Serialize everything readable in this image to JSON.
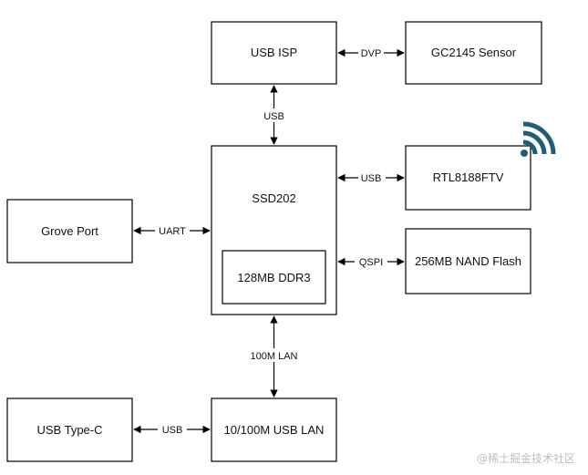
{
  "blocks": {
    "usb_isp": "USB ISP",
    "sensor": "GC2145 Sensor",
    "soc": "SSD202",
    "ddr": "128MB DDR3",
    "wifi": "RTL8188FTV",
    "nand": "256MB NAND Flash",
    "grove": "Grove Port",
    "usb_typec": "USB Type-C",
    "usb_lan": "10/100M USB LAN"
  },
  "links": {
    "isp_sensor": "DVP",
    "isp_soc": "USB",
    "soc_wifi": "USB",
    "soc_nand": "QSPI",
    "grove_soc": "UART",
    "soc_lan": "100M LAN",
    "typec_lan": "USB"
  },
  "colors": {
    "wifi_icon": "#1f5f73",
    "line": "#000000",
    "watermark": "#bdbdbd"
  },
  "icons": {
    "wifi": "wifi-icon"
  },
  "watermark": "@稀土掘金技术社区"
}
